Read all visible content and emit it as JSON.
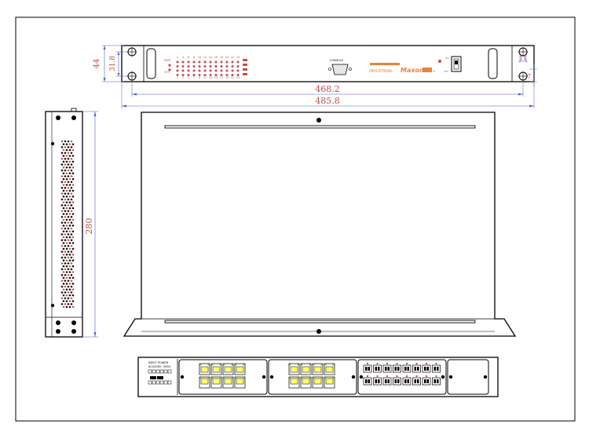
{
  "dimensions": {
    "height_total": "44",
    "height_mount": "31.8",
    "width_inner": "468.2",
    "width_total": "485.8",
    "depth": "280",
    "slot_width": "11",
    "slot_offset": "7"
  },
  "front_panel": {
    "pwr_label": "PWR",
    "sys_label": "SYS",
    "port_numbers_top": [
      "2",
      "4",
      "6",
      "8",
      "10",
      "12",
      "14",
      "16",
      "18",
      "20",
      "22",
      "24"
    ],
    "port_numbers_bottom": [
      "1",
      "3",
      "5",
      "7",
      "9",
      "11",
      "13",
      "15",
      "17",
      "19",
      "21",
      "23"
    ],
    "console_label": "CONSOLE",
    "brand_prefix": "INDUSTRIAL",
    "brand_name": "Maxon",
    "on_label": "ON",
    "off_label": "OFF"
  },
  "rear_panel": {
    "power_label": "INPUT POWER",
    "power_rating": "AC/DC85~265V"
  },
  "colors": {
    "dimension": "#c0504d",
    "dimension_blue": "#4f5fd0",
    "led": "#c0504d",
    "brand": "#e8823a",
    "outline": "#000000",
    "port_yellow": "#ffff66"
  }
}
